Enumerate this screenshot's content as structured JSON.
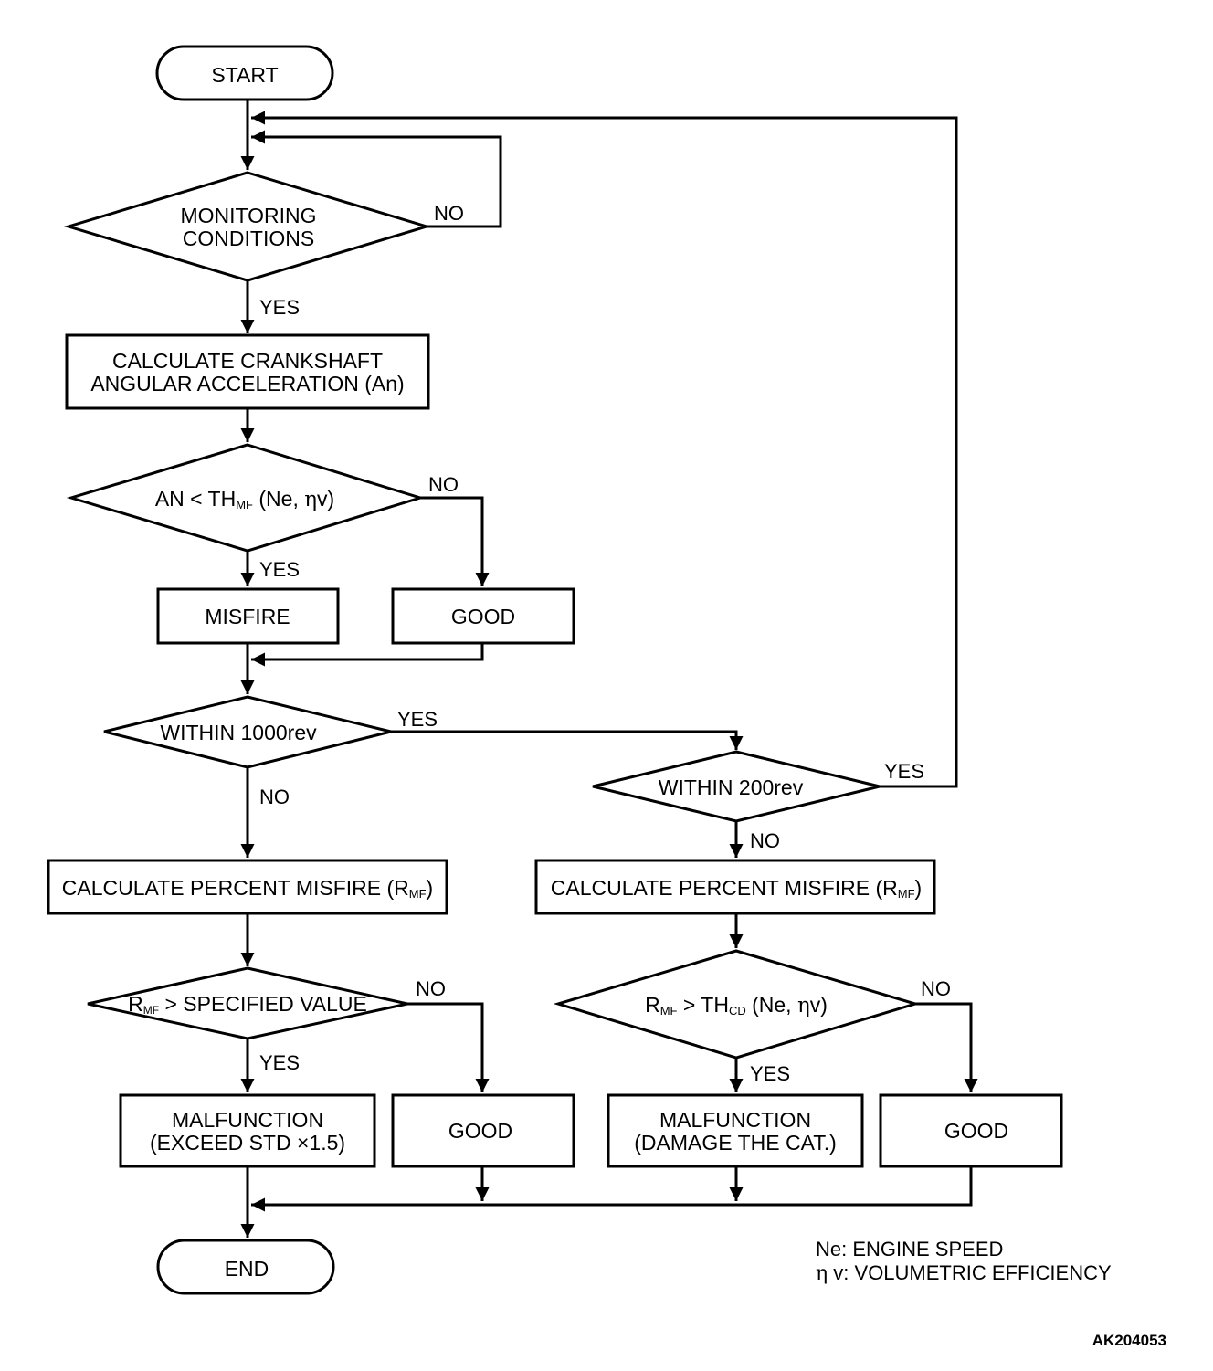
{
  "nodes": {
    "start": "START",
    "monitoring_line1": "MONITORING",
    "monitoring_line2": "CONDITIONS",
    "calc_accel_line1": "CALCULATE CRANKSHAFT",
    "calc_accel_line2": "ANGULAR ACCELERATION (An)",
    "an_cond": {
      "pre": "AN < TH",
      "sub": "MF",
      "post": " (Ne, ",
      "eta": "η",
      "tail": "v)"
    },
    "misfire": "MISFIRE",
    "good_1": "GOOD",
    "within_1000": "WITHIN 1000rev",
    "within_200": "WITHIN 200rev",
    "calc_percent_left": {
      "pre": "CALCULATE PERCENT MISFIRE (R",
      "sub": "MF",
      "post": ")"
    },
    "calc_percent_right": {
      "pre": "CALCULATE PERCENT MISFIRE (R",
      "sub": "MF",
      "post": ")"
    },
    "rmf_specified": {
      "pre": "R",
      "sub": "MF",
      "post": " > SPECIFIED VALUE"
    },
    "rmf_thcd": {
      "pre": "R",
      "sub": "MF",
      "mid": " > TH",
      "sub2": "CD",
      "post": " (Ne, ",
      "eta": "η",
      "tail": "v)"
    },
    "malfunction_std_line1": "MALFUNCTION",
    "malfunction_std_line2": "(EXCEED STD  ×1.5)",
    "good_2": "GOOD",
    "malfunction_cat_line1": "MALFUNCTION",
    "malfunction_cat_line2": "(DAMAGE THE CAT.)",
    "good_3": "GOOD",
    "end": "END"
  },
  "edge_labels": {
    "monitoring_no": "NO",
    "monitoring_yes": "YES",
    "an_no": "NO",
    "an_yes": "YES",
    "within1000_yes": "YES",
    "within1000_no": "NO",
    "within200_yes": "YES",
    "within200_no": "NO",
    "specified_no": "NO",
    "specified_yes": "YES",
    "thcd_no": "NO",
    "thcd_yes": "YES"
  },
  "legend": {
    "line1": "Ne: ENGINE SPEED",
    "line2_eta": "η",
    "line2_rest": " v: VOLUMETRIC EFFICIENCY"
  },
  "figure_id": "AK204053"
}
